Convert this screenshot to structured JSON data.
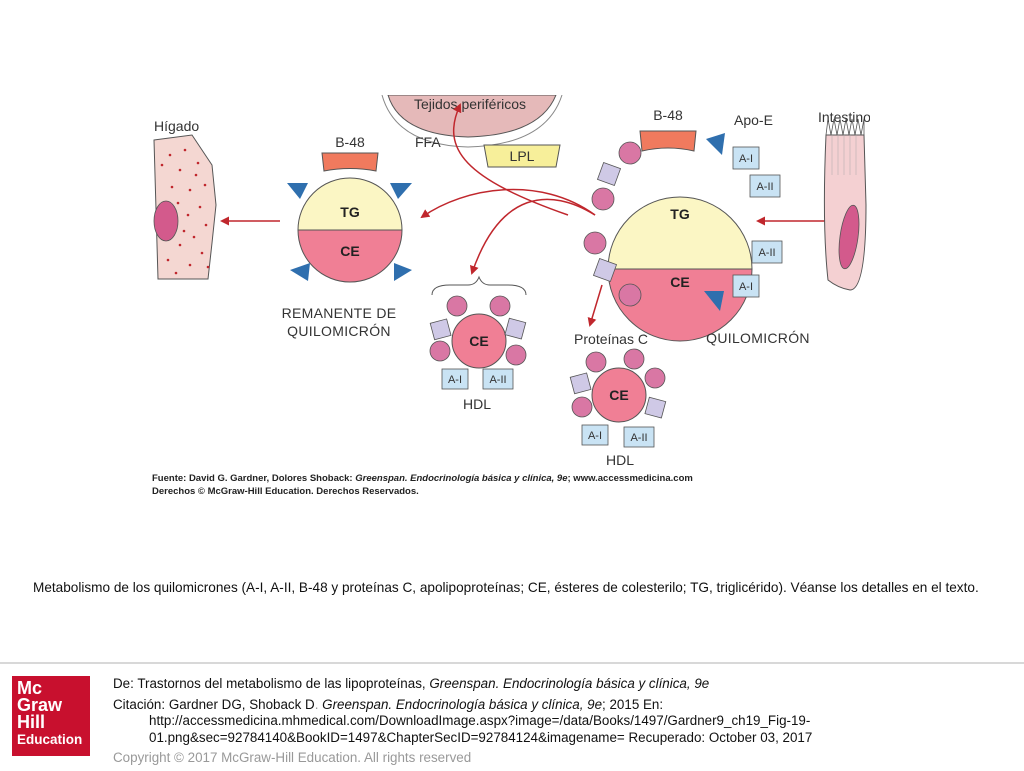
{
  "figure": {
    "labels": {
      "higado": "Hígado",
      "tejidos": "Tejidos periféricos",
      "ffa": "FFA",
      "lpl": "LPL",
      "b48_left": "B-48",
      "b48_right": "B-48",
      "apoe": "Apo-E",
      "intestino": "Intestino",
      "tg_left": "TG",
      "ce_left": "CE",
      "tg_right": "TG",
      "ce_right": "CE",
      "ce_hdl1": "CE",
      "ce_hdl2": "CE",
      "remanente_1": "REMANENTE DE",
      "remanente_2": "QUILOMICRÓN",
      "quilomicron": "QUILOMICRÓN",
      "proteinas_c": "Proteínas C",
      "hdl1": "HDL",
      "hdl2": "HDL",
      "ai": "A-I",
      "aii": "A-II"
    },
    "source_line1_prefix": "Fuente: David G. Gardner, Dolores Shoback: ",
    "source_line1_italic": "Greenspan. Endocrinología básica y clínica, 9e",
    "source_line1_suffix": "; www.accessmedicina.com",
    "source_line2": "Derechos © McGraw-Hill Education. Derechos Reservados."
  },
  "caption": "Metabolismo de los quilomicrones (A-I, A-II, B-48 y proteínas C, apolipoproteínas; CE, ésteres de colesterilo; TG, triglicérido). Véanse los detalles en el texto.",
  "logo": {
    "line1": "Mc",
    "line2": "Graw",
    "line3": "Hill",
    "line4": "Education"
  },
  "citation": {
    "from_prefix": "De: Trastornos del metabolismo de las lipoproteínas, ",
    "from_italic": "Greenspan. Endocrinología básica y clínica, 9e",
    "cite_prefix": "Citación: Gardner DG, Shoback D",
    "cite_sep": ". ",
    "cite_italic": "Greenspan. Endocrinología básica y clínica, 9e",
    "cite_suffix": "; 2015 En: http://accessmedicina.mhmedical.com/DownloadImage.aspx?image=/data/Books/1497/Gardner9_ch19_Fig-19-01.png&sec=92784140&BookID=1497&ChapterSecID=92784124&imagename= Recuperado: October 03, 2017",
    "copyright": "Copyright © 2017 McGraw-Hill Education. All rights reserved"
  },
  "colors": {
    "tg": "#fbf6c4",
    "ce": "#f07f95",
    "apo_b48": "#f07a5e",
    "apo_e": "#2f6fae",
    "apo_c": "#d977a4",
    "apo_square": "#cfc9e6",
    "apo_a": "#c9e3f4",
    "lpl": "#f7ef9a",
    "arrow": "#c0272d",
    "tissue": "#e5b9b9",
    "liver": "#f4d7d2"
  }
}
